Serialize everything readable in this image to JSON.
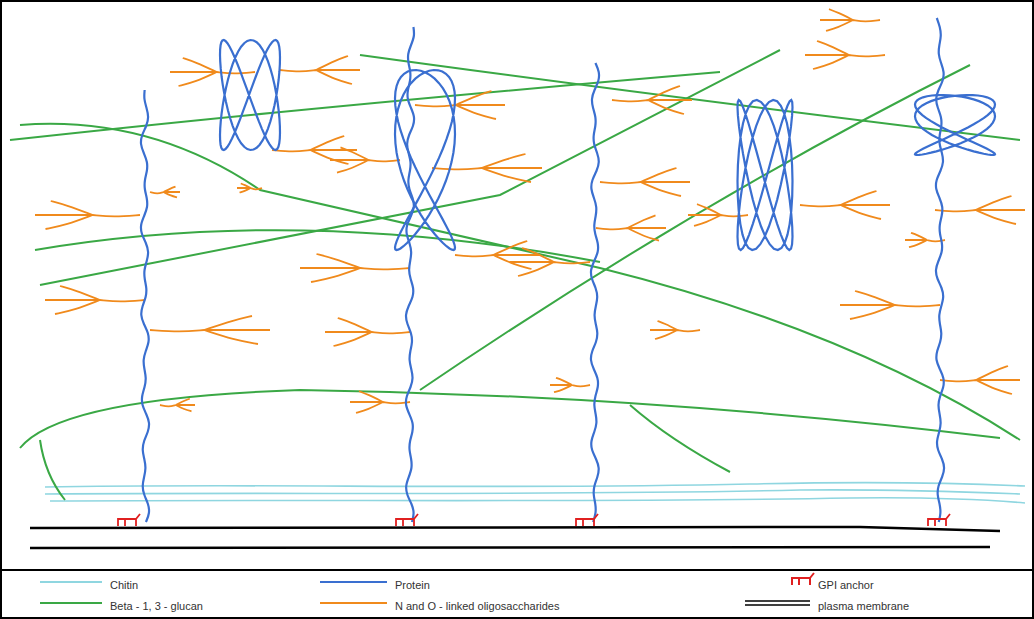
{
  "diagram": {
    "legend": [
      {
        "text": "Chitin"
      },
      {
        "text": "Protein"
      },
      {
        "text": "GPI anchor"
      },
      {
        "text": "Beta - 1, 3 - glucan"
      },
      {
        "text": "N and O - linked oligosaccharides"
      },
      {
        "text": "plasma membrane"
      }
    ]
  }
}
